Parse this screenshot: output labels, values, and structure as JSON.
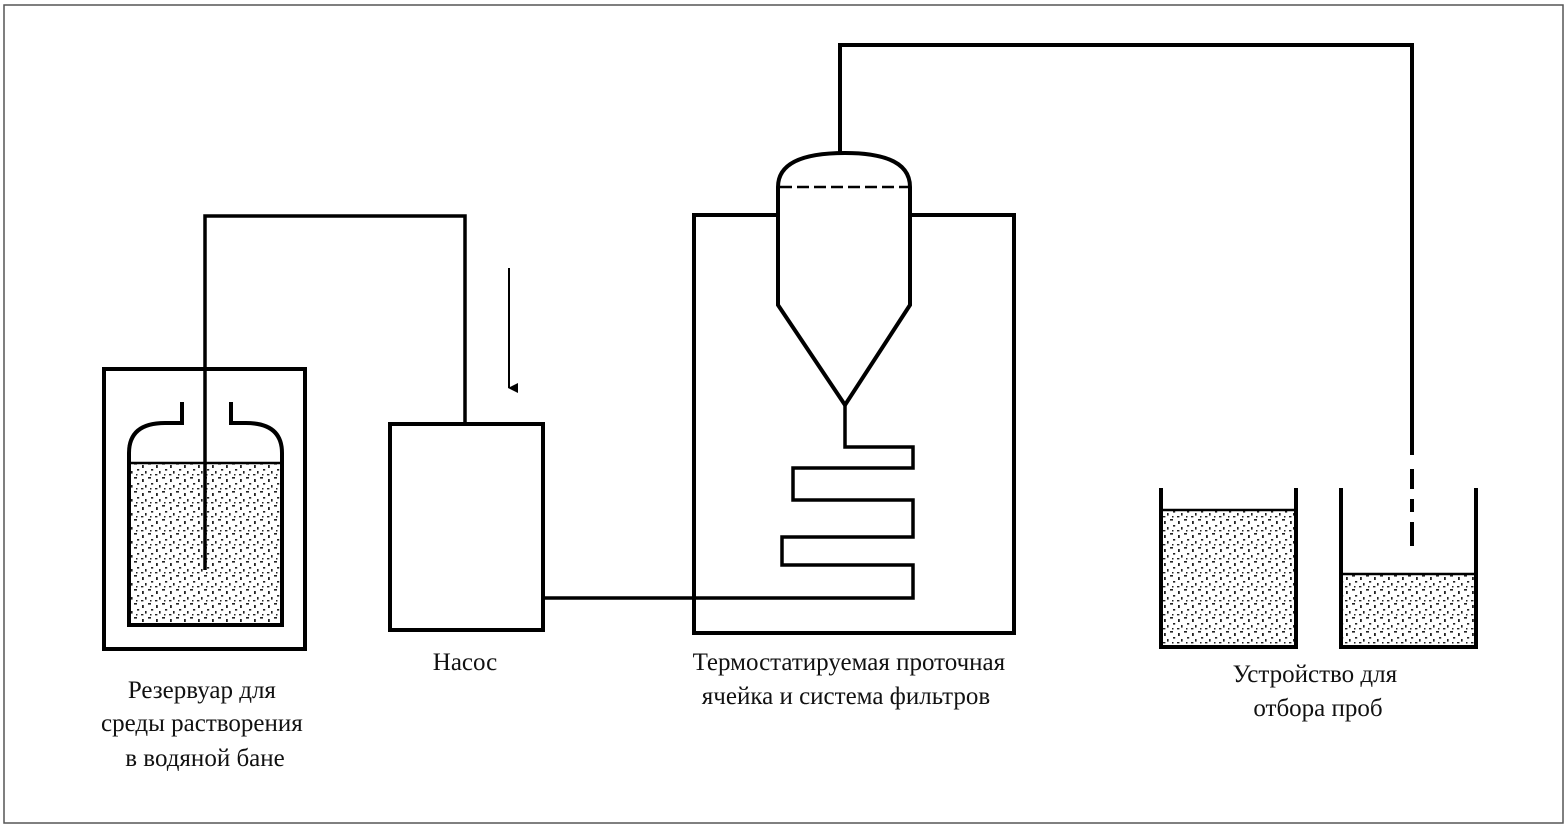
{
  "labels": {
    "reservoir": [
      "Резервуар для",
      "среды растворения",
      "в водяной бане"
    ],
    "pump": [
      "Насос"
    ],
    "flow_cell": [
      "Термостатируемая проточная",
      "ячейка и система фильтров"
    ],
    "sampler": [
      "Устройство для",
      "отбора проб"
    ]
  },
  "colors": {
    "line": "#000000",
    "frame": "#555555",
    "background": "#ffffff"
  }
}
